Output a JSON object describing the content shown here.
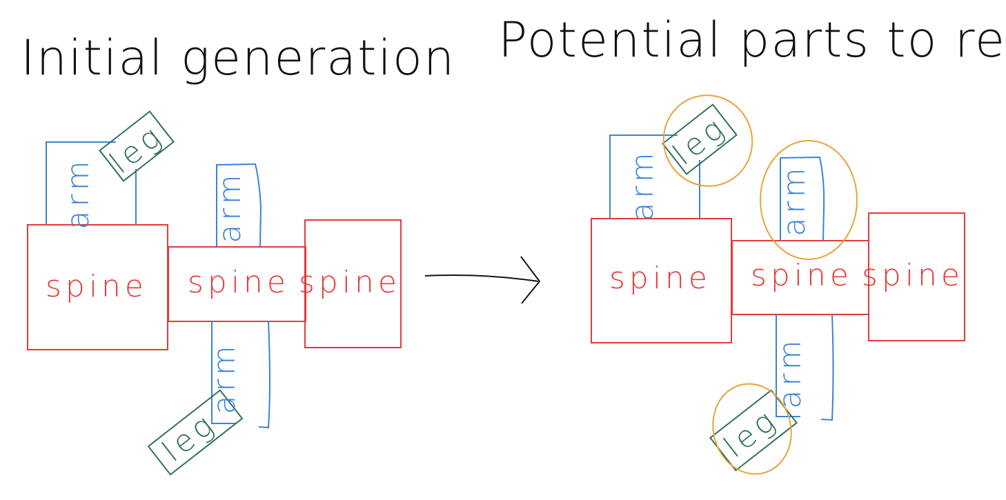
{
  "colors": {
    "spine": "#e53935",
    "arm": "#3b82d6",
    "leg": "#2e6f55",
    "highlight": "#e8a23a",
    "ink": "#111111"
  },
  "left_panel": {
    "title": "Initial generation",
    "parts": [
      {
        "type": "spine",
        "label": "spine"
      },
      {
        "type": "spine",
        "label": "spine"
      },
      {
        "type": "spine",
        "label": "spine"
      },
      {
        "type": "arm",
        "label": "arm"
      },
      {
        "type": "arm",
        "label": "arm"
      },
      {
        "type": "arm",
        "label": "arm"
      },
      {
        "type": "leg",
        "label": "leg"
      },
      {
        "type": "leg",
        "label": "leg"
      }
    ]
  },
  "right_panel": {
    "title": "Potential parts to remove",
    "parts": [
      {
        "type": "spine",
        "label": "spine"
      },
      {
        "type": "spine",
        "label": "spine"
      },
      {
        "type": "spine",
        "label": "spine"
      },
      {
        "type": "arm",
        "label": "arm",
        "highlighted": false
      },
      {
        "type": "arm",
        "label": "arm",
        "highlighted": true
      },
      {
        "type": "arm",
        "label": "arm",
        "highlighted": false
      },
      {
        "type": "leg",
        "label": "leg",
        "highlighted": true
      },
      {
        "type": "leg",
        "label": "leg",
        "highlighted": true
      }
    ]
  },
  "arrow": {
    "direction": "right"
  }
}
